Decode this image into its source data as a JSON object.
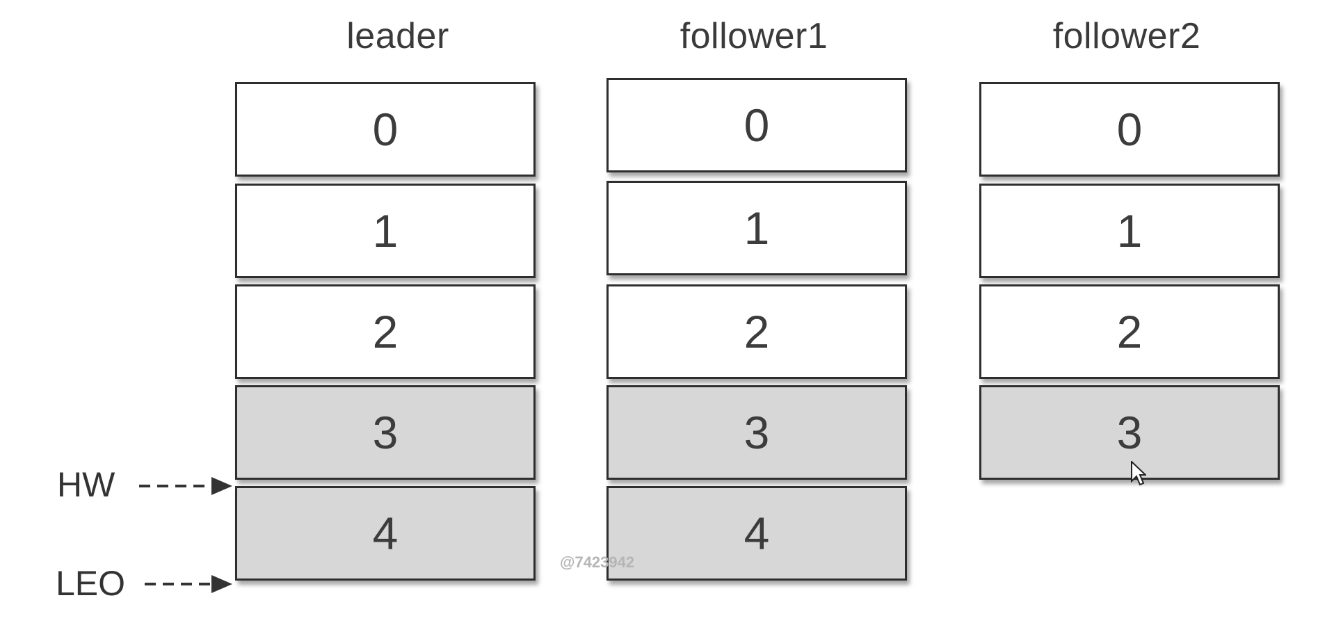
{
  "columns": [
    {
      "title": "leader",
      "cells": [
        {
          "label": "0",
          "shaded": false
        },
        {
          "label": "1",
          "shaded": false
        },
        {
          "label": "2",
          "shaded": false
        },
        {
          "label": "3",
          "shaded": true
        },
        {
          "label": "4",
          "shaded": true
        }
      ]
    },
    {
      "title": "follower1",
      "cells": [
        {
          "label": "0",
          "shaded": false
        },
        {
          "label": "1",
          "shaded": false
        },
        {
          "label": "2",
          "shaded": false
        },
        {
          "label": "3",
          "shaded": true
        },
        {
          "label": "4",
          "shaded": true
        }
      ]
    },
    {
      "title": "follower2",
      "cells": [
        {
          "label": "0",
          "shaded": false
        },
        {
          "label": "1",
          "shaded": false
        },
        {
          "label": "2",
          "shaded": false
        },
        {
          "label": "3",
          "shaded": true
        }
      ]
    }
  ],
  "markers": {
    "hw": "HW",
    "leo": "LEO"
  },
  "watermark": "@7423942",
  "colors": {
    "cell_fill": "#ffffff",
    "shaded_fill": "#d7d7d7",
    "border": "#2e2e2e"
  }
}
